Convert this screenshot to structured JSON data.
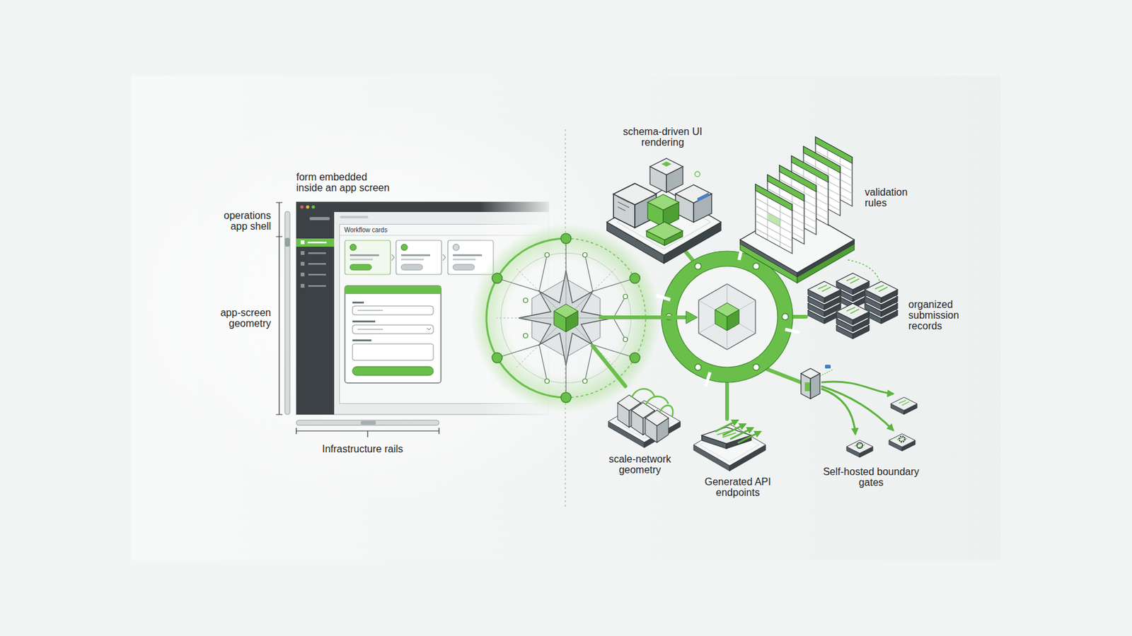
{
  "diagram": {
    "nodes": [
      {
        "text": [
          "Workflow cards"
        ]
      }
    ],
    "labels": [
      "form embedded inside an app screen",
      "operations app shell",
      "app-screen geometry",
      "Infrastructure rails",
      "schema-driven UI rendering",
      "validation rules",
      "organized submission records",
      "scale-network geometry",
      "Generated API endpoints",
      "Self-hosted boundary gates"
    ]
  }
}
